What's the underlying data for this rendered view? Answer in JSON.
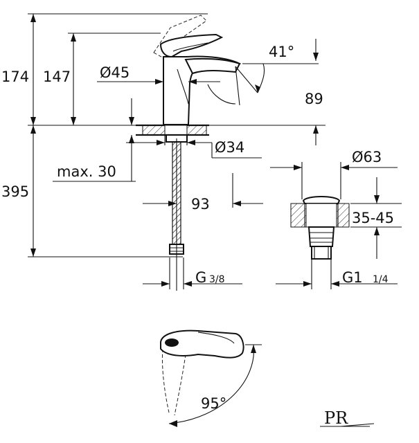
{
  "dimensions": {
    "height_total": "174",
    "height_spout": "147",
    "dia_aerator": "Ø45",
    "angle_spout": "41°",
    "height_89": "89",
    "dia_hole": "Ø34",
    "max_thickness": "max. 30",
    "length_hose": "395",
    "reach_93": "93",
    "thread_hose": "G",
    "thread_hose_fraction": "3/8",
    "dia_waste": "Ø63",
    "waste_range": "35-45",
    "thread_waste": "G1",
    "thread_waste_fraction": "1/4",
    "angle_handle": "95°"
  },
  "logo": {
    "text": "PR"
  }
}
